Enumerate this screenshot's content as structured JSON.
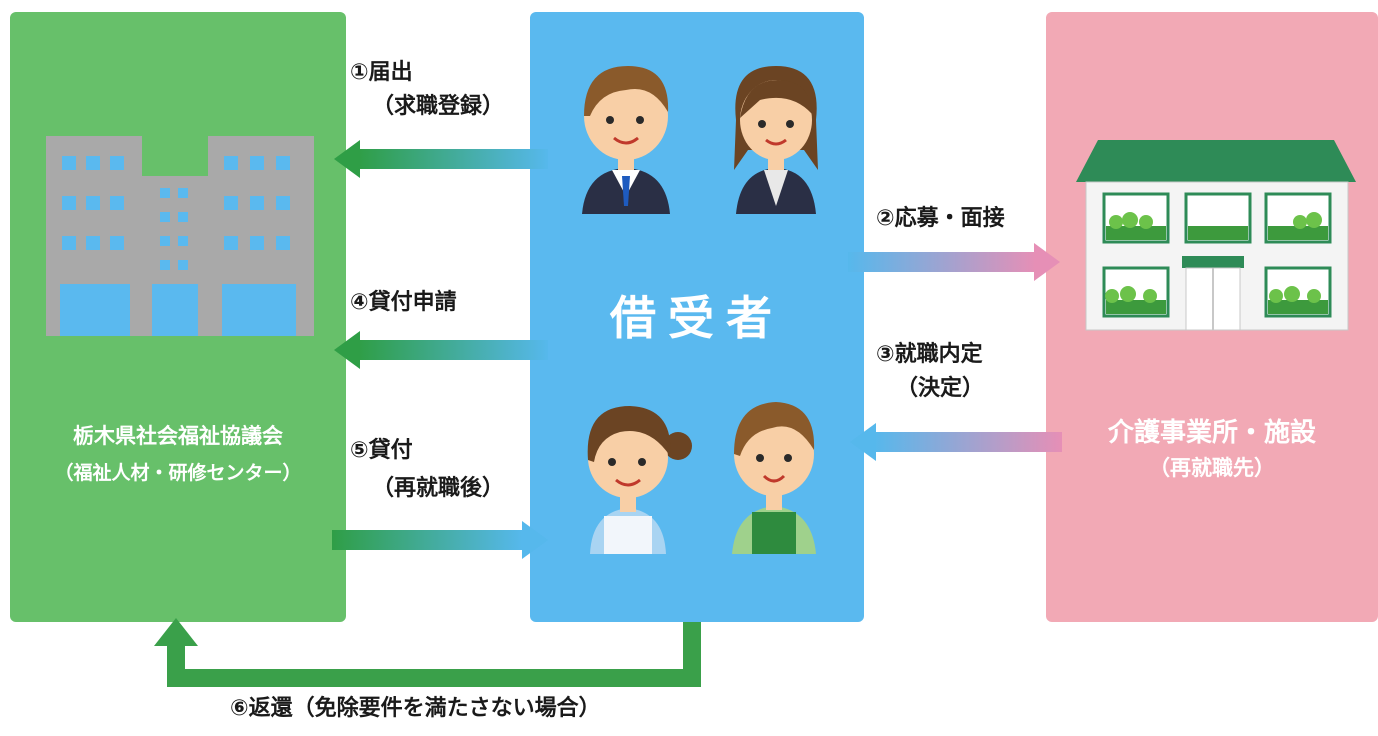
{
  "council": {
    "name": "栃木県社会福祉協議会",
    "sub": "（福祉人材・研修センター）"
  },
  "borrower": {
    "name": "借受者"
  },
  "facility": {
    "name": "介護事業所・施設",
    "sub": "（再就職先）"
  },
  "steps": {
    "s1_line1": "①届出",
    "s1_line2": "（求職登録）",
    "s2": "②応募・面接",
    "s3_line1": "③就職内定",
    "s3_line2": "（決定）",
    "s4": "④貸付申請",
    "s5_line1": "⑤貸付",
    "s5_line2": "（再就職後）",
    "s6": "⑥返還（免除要件を満たさない場合）"
  },
  "colors": {
    "council": "#67c06a",
    "borrower": "#5ab9ef",
    "facility": "#f2a9b5",
    "arrow_green": "#3aa04a",
    "arrow_blue": "#56b8ec",
    "arrow_pink": "#e68fb6",
    "building_gray": "#a9a9a9",
    "window_blue": "#5ab9ef",
    "roof_green": "#2e8b57"
  },
  "icons": [
    "office-building-icon",
    "care-facility-icon",
    "man-suit-icon",
    "woman-suit-icon",
    "woman-apron-icon",
    "man-apron-icon"
  ]
}
